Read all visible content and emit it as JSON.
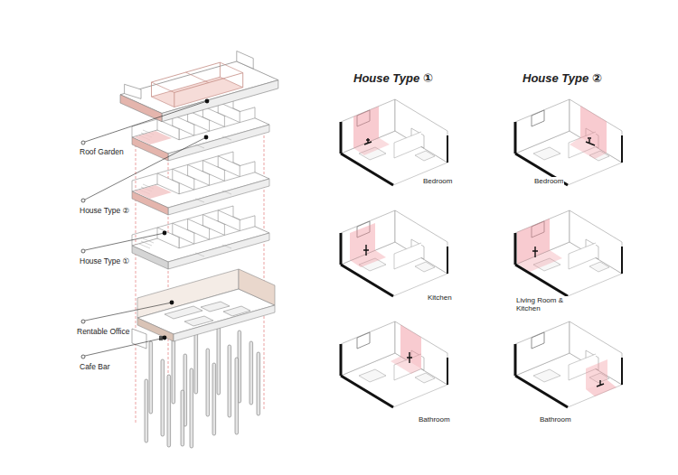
{
  "diagram": {
    "labels": [
      "Roof Garden",
      "House Type ②",
      "House Type ①",
      "Rentable Office",
      "Cafe Bar",
      "House Type ①",
      "House Type ②",
      "Bedroom",
      "Bedroom",
      "Kitchen",
      "Living Room & Kitchen",
      "Bathroom",
      "Bathroom"
    ]
  }
}
